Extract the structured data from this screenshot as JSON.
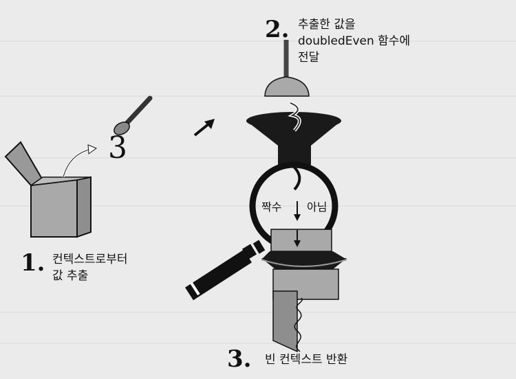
{
  "steps": [
    {
      "number": "1.",
      "text": "컨텍스트로부터\n값 추출"
    },
    {
      "number": "2.",
      "text": "추출한 값을\ndoubledEven 함수에\n전달"
    },
    {
      "number": "3.",
      "text": "빈 컨텍스트 반환"
    }
  ],
  "labels": {
    "even": "짝수",
    "not": "아님"
  },
  "value_glyph": "3",
  "colors": {
    "background": "#ebebeb",
    "box": "#a9a9a9",
    "funnel": "#1a1a1a",
    "ink": "#111111"
  }
}
